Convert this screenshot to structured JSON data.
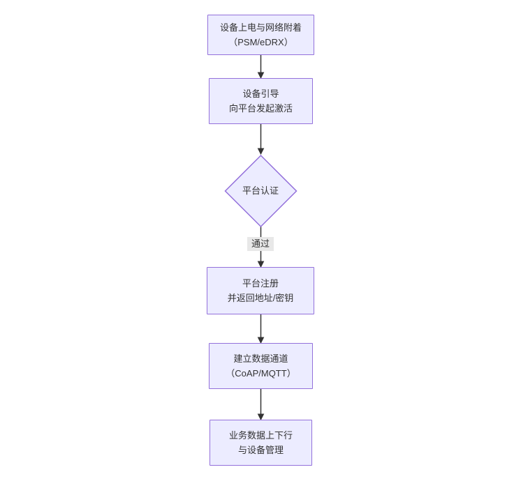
{
  "diagram": {
    "type": "flowchart",
    "direction": "top-to-bottom",
    "colors": {
      "node_fill": "#ECECFF",
      "node_border": "#9370DB",
      "edge": "#333333",
      "text": "#333333",
      "edge_label_bg": "#e8e8e8",
      "background": "#ffffff"
    },
    "nodes": [
      {
        "id": "power-attach",
        "shape": "rect",
        "lines": [
          "设备上电与网络附着",
          "（PSM/eDRX）"
        ]
      },
      {
        "id": "bootstrap",
        "shape": "rect",
        "lines": [
          "设备引导",
          "向平台发起激活"
        ]
      },
      {
        "id": "platform-auth",
        "shape": "diamond",
        "lines": [
          "平台认证"
        ]
      },
      {
        "id": "register",
        "shape": "rect",
        "lines": [
          "平台注册",
          "并返回地址/密钥"
        ]
      },
      {
        "id": "data-channel",
        "shape": "rect",
        "lines": [
          "建立数据通道",
          "（CoAP/MQTT）"
        ]
      },
      {
        "id": "business",
        "shape": "rect",
        "lines": [
          "业务数据上下行",
          "与设备管理"
        ]
      }
    ],
    "edges": [
      {
        "from": "power-attach",
        "to": "bootstrap",
        "label": ""
      },
      {
        "from": "bootstrap",
        "to": "platform-auth",
        "label": ""
      },
      {
        "from": "platform-auth",
        "to": "register",
        "label": "通过"
      },
      {
        "from": "register",
        "to": "data-channel",
        "label": ""
      },
      {
        "from": "data-channel",
        "to": "business",
        "label": ""
      }
    ]
  }
}
